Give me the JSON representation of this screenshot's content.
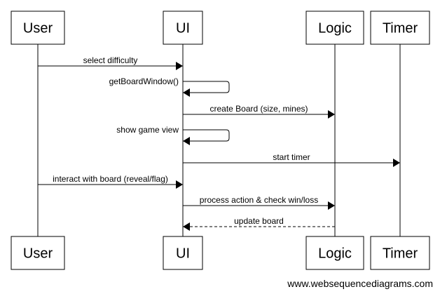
{
  "participants": [
    {
      "id": "user",
      "label": "User"
    },
    {
      "id": "ui",
      "label": "UI"
    },
    {
      "id": "logic",
      "label": "Logic"
    },
    {
      "id": "timer",
      "label": "Timer"
    }
  ],
  "messages": [
    {
      "from": "user",
      "to": "ui",
      "label": "select difficulty",
      "style": "solid"
    },
    {
      "from": "ui",
      "to": "ui",
      "label": "getBoardWindow()",
      "style": "solid"
    },
    {
      "from": "ui",
      "to": "logic",
      "label": "create Board (size, mines)",
      "style": "solid"
    },
    {
      "from": "ui",
      "to": "ui",
      "label": "show game view",
      "style": "solid"
    },
    {
      "from": "ui",
      "to": "timer",
      "label": "start timer",
      "style": "solid"
    },
    {
      "from": "user",
      "to": "ui",
      "label": "interact with board (reveal/flag)",
      "style": "solid"
    },
    {
      "from": "ui",
      "to": "logic",
      "label": "process action & check win/loss",
      "style": "solid"
    },
    {
      "from": "logic",
      "to": "ui",
      "label": "update board",
      "style": "dashed"
    }
  ],
  "watermark": "www.websequencediagrams.com"
}
